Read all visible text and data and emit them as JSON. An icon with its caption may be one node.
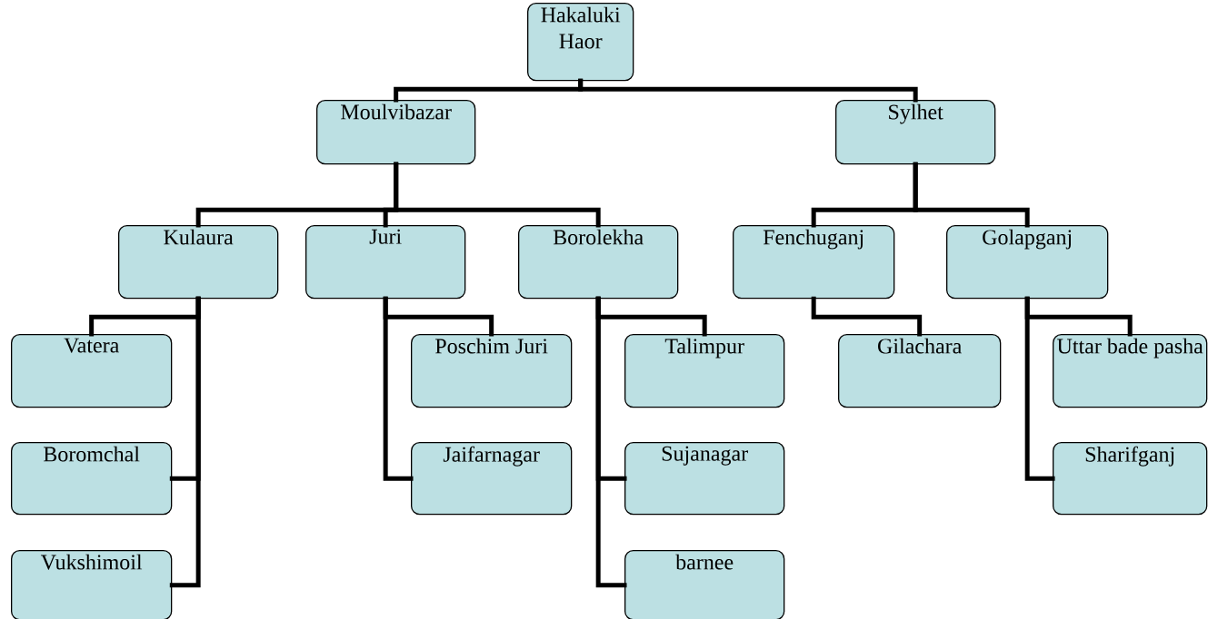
{
  "diagram": {
    "nodes": [
      {
        "text": [
          "Hakaluki Haor"
        ]
      },
      {
        "text": [
          "Moulvibazar"
        ]
      },
      {
        "text": [
          "Sylhet"
        ]
      },
      {
        "text": [
          "Kulaura"
        ]
      },
      {
        "text": [
          "Juri"
        ]
      },
      {
        "text": [
          "Borolekha"
        ]
      },
      {
        "text": [
          "Fenchuganj"
        ]
      },
      {
        "text": [
          "Golapganj"
        ]
      },
      {
        "text": [
          "Vatera"
        ]
      },
      {
        "text": [
          "Boromchal"
        ]
      },
      {
        "text": [
          "Vukshimoil"
        ]
      },
      {
        "text": [
          "Poschim Juri"
        ]
      },
      {
        "text": [
          "Jaifarnagar"
        ]
      },
      {
        "text": [
          "Talimpur"
        ]
      },
      {
        "text": [
          "Sujanagar"
        ]
      },
      {
        "text": [
          "barnee"
        ]
      },
      {
        "text": [
          "Gilachara"
        ]
      },
      {
        "text": [
          "Uttar bade pasha"
        ]
      },
      {
        "text": [
          "Sharifganj"
        ]
      }
    ],
    "edges": [
      {
        "from": 0,
        "to": 1,
        "arrow": "none"
      },
      {
        "from": 0,
        "to": 2,
        "arrow": "none"
      },
      {
        "from": 1,
        "to": 3,
        "arrow": "none"
      },
      {
        "from": 1,
        "to": 4,
        "arrow": "none"
      },
      {
        "from": 1,
        "to": 5,
        "arrow": "none"
      },
      {
        "from": 2,
        "to": 6,
        "arrow": "none"
      },
      {
        "from": 2,
        "to": 7,
        "arrow": "none"
      },
      {
        "from": 3,
        "to": 8,
        "arrow": "none"
      },
      {
        "from": 3,
        "to": 9,
        "arrow": "none"
      },
      {
        "from": 3,
        "to": 10,
        "arrow": "none"
      },
      {
        "from": 4,
        "to": 11,
        "arrow": "none"
      },
      {
        "from": 4,
        "to": 12,
        "arrow": "none"
      },
      {
        "from": 5,
        "to": 13,
        "arrow": "none"
      },
      {
        "from": 5,
        "to": 14,
        "arrow": "none"
      },
      {
        "from": 5,
        "to": 15,
        "arrow": "none"
      },
      {
        "from": 6,
        "to": 16,
        "arrow": "none"
      },
      {
        "from": 7,
        "to": 17,
        "arrow": "none"
      },
      {
        "from": 7,
        "to": 18,
        "arrow": "none"
      }
    ]
  }
}
